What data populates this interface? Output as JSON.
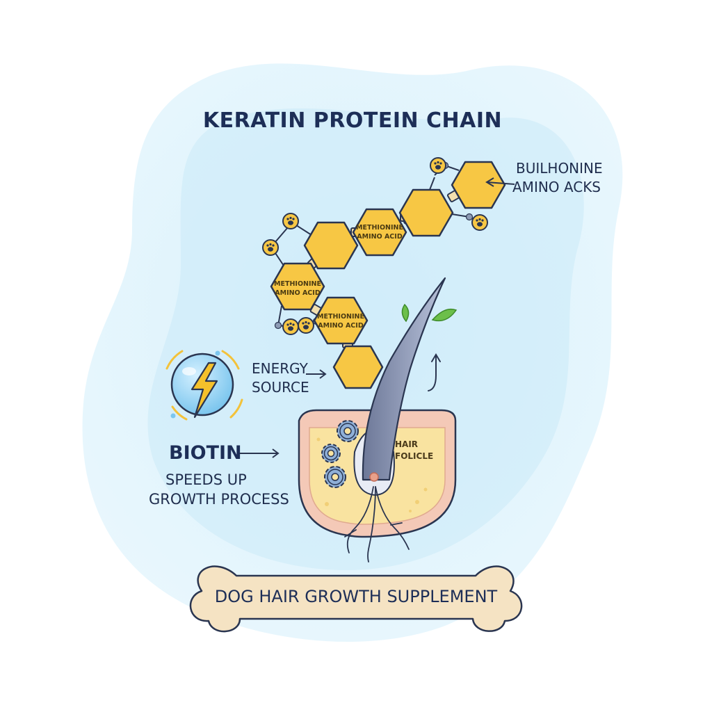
{
  "title": "KERATIN PROTEIN CHAIN",
  "amino_callout": {
    "line1": "BUILHONINE",
    "line2": "AMINO ACKS"
  },
  "hex_labels": [
    {
      "line1": "METHIONINE",
      "line2": "AMINO ACID"
    },
    {
      "line1": "METHIONINE",
      "line2": "AMINO ACID"
    },
    {
      "line1": "METHIONINE",
      "line2": "AMINO ACID"
    }
  ],
  "energy": {
    "line1": "ENERGY",
    "line2": "SOURCE"
  },
  "biotin": {
    "name": "BIOTIN",
    "desc_line1": "SPEEDS UP",
    "desc_line2": "GROWTH PROCESS"
  },
  "follicle": {
    "line1": "HAIR",
    "line2": "FOLICLE"
  },
  "bone_label": "DOG HAIR GROWTH SUPPLEMENT",
  "colors": {
    "background_blob": "#d9f0fb",
    "hexagon_fill": "#f7c744",
    "hexagon_stroke": "#2a3550",
    "text_dark": "#1d2e57",
    "lightning": "#f5c12b",
    "bone": "#f5e3c3",
    "skin": "#f4c9b7",
    "follicle_fill": "#f9e3a0",
    "hair": "#8f9bb8",
    "leaf": "#6cbf4a",
    "gear": "#8fb0d8"
  },
  "icons": [
    "lightning-icon",
    "gear-icon",
    "leaf-icon",
    "paw-icon",
    "arrow-icon",
    "bone-icon"
  ]
}
